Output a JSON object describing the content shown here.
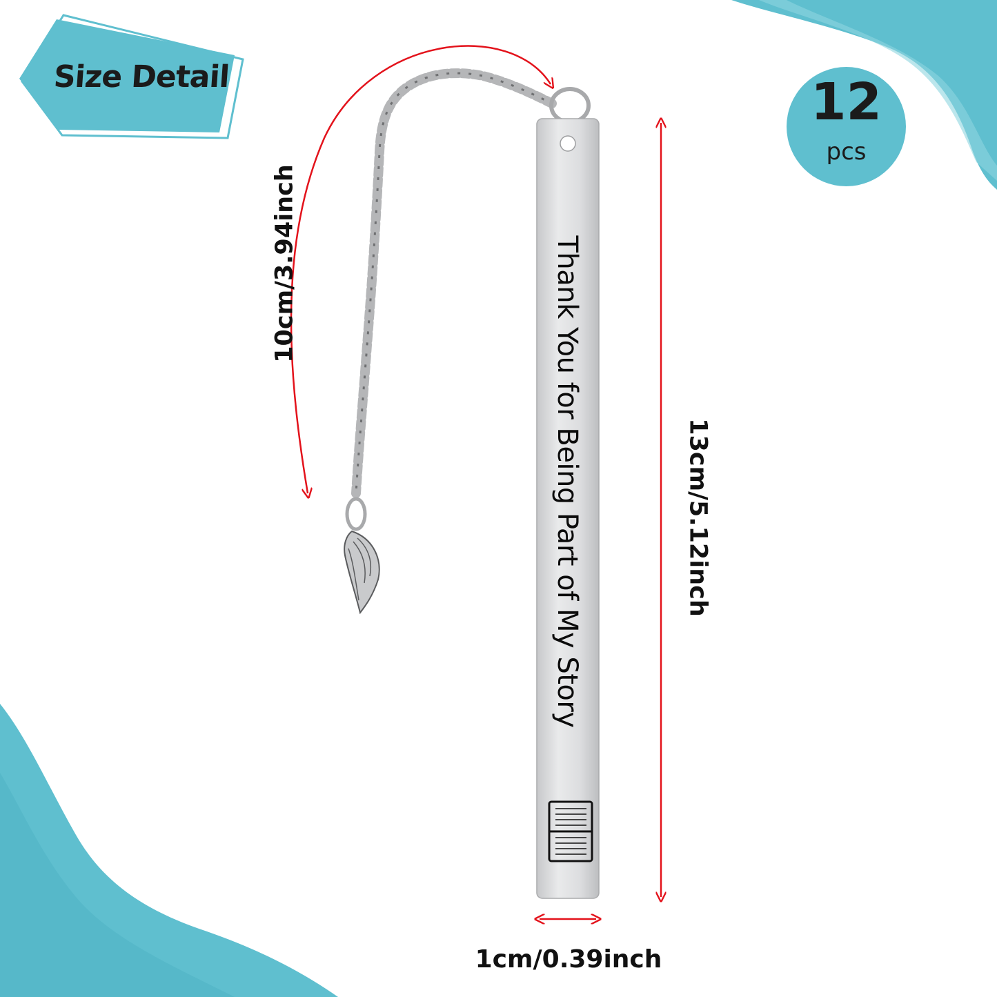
{
  "badge": {
    "text": "Size Detail"
  },
  "quantity": {
    "number": "12",
    "unit": "pcs"
  },
  "dimensions": {
    "chain_length": "10cm/3.94inch",
    "bar_height": "13cm/5.12inch",
    "bar_width": "1cm/0.39inch"
  },
  "product": {
    "engraving": "Thank You for Being Part of My Story"
  },
  "icons": {
    "book": "open-book-icon",
    "wing": "angel-wing-charm-icon"
  },
  "colors": {
    "teal": "#5fbfcf",
    "arrow_red": "#e3121b",
    "metal": "#d8d9db"
  }
}
